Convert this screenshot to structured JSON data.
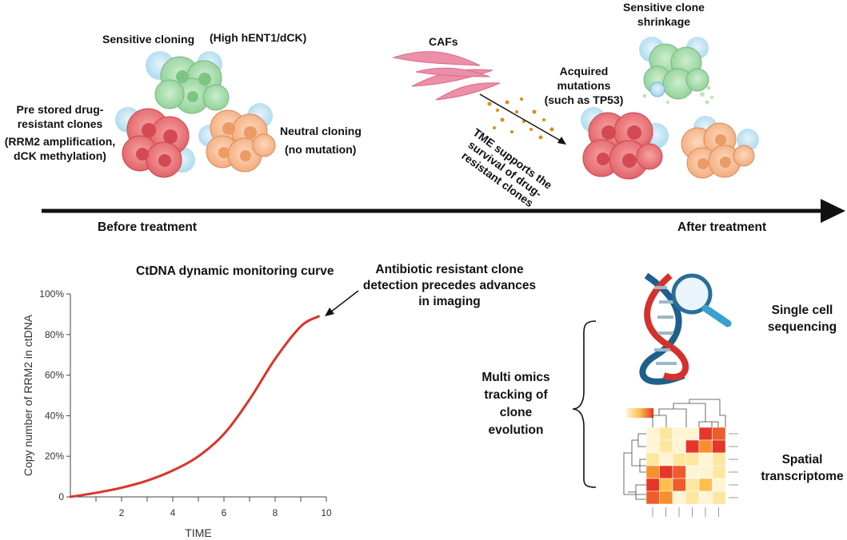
{
  "top": {
    "sensitive_cloning": "Sensitive cloning",
    "high_hent1": "(High hENT1/dCK)",
    "pre_stored_line1": "Pre stored drug-",
    "pre_stored_line2": "resistant clones",
    "pre_stored_line3": "(RRM2 amplification,",
    "pre_stored_line4": "dCK methylation)",
    "neutral_cloning": "Neutral cloning",
    "no_mutation": "(no mutation)",
    "cafs": "CAFs",
    "tme_line1": "TME supports the",
    "tme_line2": "survival of drug-",
    "tme_line3": "resistant clones",
    "acquired_line1": "Acquired",
    "acquired_line2": "mutations",
    "acquired_line3": "(such as TP53)",
    "shrink_line1": "Sensitive clone",
    "shrink_line2": "shrinkage",
    "before": "Before treatment",
    "after": "After treatment"
  },
  "annotation": {
    "line1": "Antibiotic resistant clone",
    "line2": "detection precedes advances",
    "line3": "in imaging"
  },
  "omics": {
    "multi_line1": "Multi omics",
    "multi_line2": "tracking of",
    "multi_line3": "clone",
    "multi_line4": "evolution",
    "single_line1": "Single cell",
    "single_line2": "sequencing",
    "spatial_line1": "Spatial",
    "spatial_line2": "transcriptome"
  },
  "colors": {
    "curve": "#d9342b",
    "resistant": "#e8666a",
    "neutral": "#f4b48a",
    "sensitive": "#9fd8a3",
    "caf": "#e26a8a",
    "timeline": "#111111"
  },
  "chart_data": {
    "type": "line",
    "title": "CtDNA dynamic monitoring curve",
    "xlabel": "TIME",
    "ylabel": "Copy number of RRM2 in ctDNA",
    "xlim": [
      0,
      10
    ],
    "ylim": [
      0,
      100
    ],
    "xticks": [
      "2",
      "4",
      "6",
      "8",
      "10"
    ],
    "yticks": [
      "0",
      "20%",
      "40%",
      "60%",
      "80%",
      "100%"
    ],
    "series": [
      {
        "x": [
          0,
          1,
          2,
          3,
          4,
          5,
          6,
          7,
          8,
          9,
          9.7
        ],
        "y": [
          0,
          2,
          4.5,
          8,
          13,
          20,
          31,
          48,
          68,
          84,
          89
        ]
      }
    ]
  }
}
